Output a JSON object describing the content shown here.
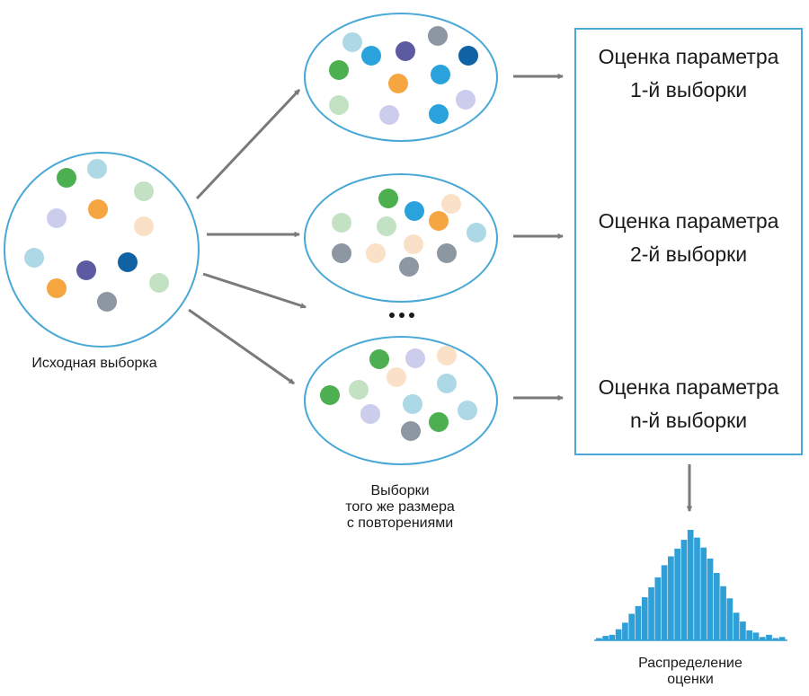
{
  "labels": {
    "original_sample": "Исходная выборка",
    "resamples": [
      "Выборки",
      "того же размера",
      "с повторениями"
    ],
    "ellipsis": "•••",
    "distribution": [
      "Распределение",
      "оценки"
    ]
  },
  "estimates": [
    {
      "line1": "Оценка параметра",
      "line2": "1-й выборки"
    },
    {
      "line1": "Оценка параметра",
      "line2": "2-й выборки"
    },
    {
      "line1": "Оценка параметра",
      "line2": "n-й выборки"
    }
  ],
  "colors": {
    "circle_outline": "#4aa8d6",
    "arrow": "#7a7a7a",
    "histogram_bar": "#2f9fd8",
    "dot_palette": {
      "green": "#4caf50",
      "light_blue": "#add8e6",
      "light_green": "#c3e2c3",
      "lavender": "#ccccec",
      "orange": "#f5a640",
      "peach": "#fbe0c8",
      "purple": "#5c5ba1",
      "dark_blue": "#0f62a3",
      "gray": "#8c97a2",
      "blue": "#2aa2dc"
    }
  },
  "histogram": {
    "relative_heights": [
      0.02,
      0.04,
      0.05,
      0.1,
      0.16,
      0.24,
      0.31,
      0.39,
      0.48,
      0.57,
      0.68,
      0.76,
      0.83,
      0.91,
      1.0,
      0.93,
      0.84,
      0.74,
      0.61,
      0.49,
      0.38,
      0.25,
      0.17,
      0.09,
      0.07,
      0.03,
      0.05,
      0.02,
      0.03
    ]
  }
}
